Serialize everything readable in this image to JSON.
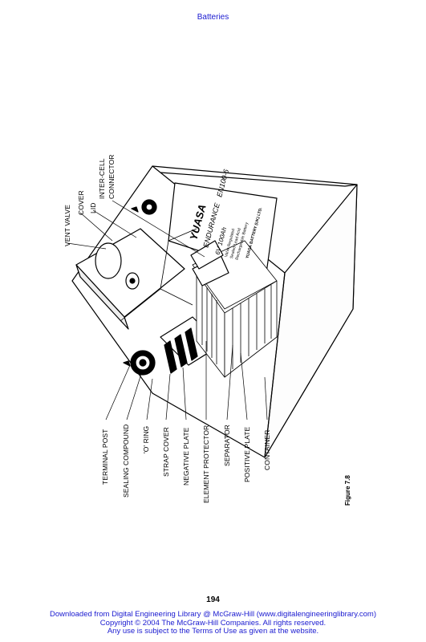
{
  "running_head": "Batteries",
  "figure": {
    "number_label": "Figure 7.8",
    "callouts": [
      {
        "id": "terminal-post",
        "text": "TERMINAL POST"
      },
      {
        "id": "sealing-compound",
        "text": "SEALING COMPOUND"
      },
      {
        "id": "o-ring",
        "text": "'O' RING"
      },
      {
        "id": "strap-cover",
        "text": "STRAP COVER"
      },
      {
        "id": "negative-plate",
        "text": "NEGATIVE PLATE"
      },
      {
        "id": "element-protector",
        "text": "ELEMENT PROTECTOR"
      },
      {
        "id": "separator",
        "text": "SEPARATOR"
      },
      {
        "id": "positive-plate",
        "text": "POSITIVE PLATE"
      },
      {
        "id": "container",
        "text": "CONTAINER"
      },
      {
        "id": "vent-valve",
        "text": "VENT VALVE"
      },
      {
        "id": "cover",
        "text": "COVER"
      },
      {
        "id": "lid",
        "text": "LID"
      },
      {
        "id": "inter-cell-connector-1",
        "text": "INTER-CELL"
      },
      {
        "id": "inter-cell-connector-2",
        "text": "CONNECTOR"
      }
    ],
    "battery_label": {
      "brand": "YUASA",
      "series": "ENDURANCE",
      "model": "EN100-6",
      "rating": "6V 100Ah",
      "info_1": "Valve Regulated",
      "info_2": "Sealed Lead Acid",
      "info_3": "Rechargeable Battery",
      "maker": "YUASA BATTERY (UK) LTD."
    }
  },
  "page_number": "194",
  "footer": {
    "line1": "Downloaded from Digital Engineering Library @ McGraw-Hill (www.digitalengineeringlibrary.com)",
    "line2": "Copyright © 2004 The McGraw-Hill Companies. All rights reserved.",
    "line3": "Any use is subject to the Terms of Use as given at the website."
  },
  "colors": {
    "link_blue": "#1a1ad0",
    "ink": "#000000"
  }
}
